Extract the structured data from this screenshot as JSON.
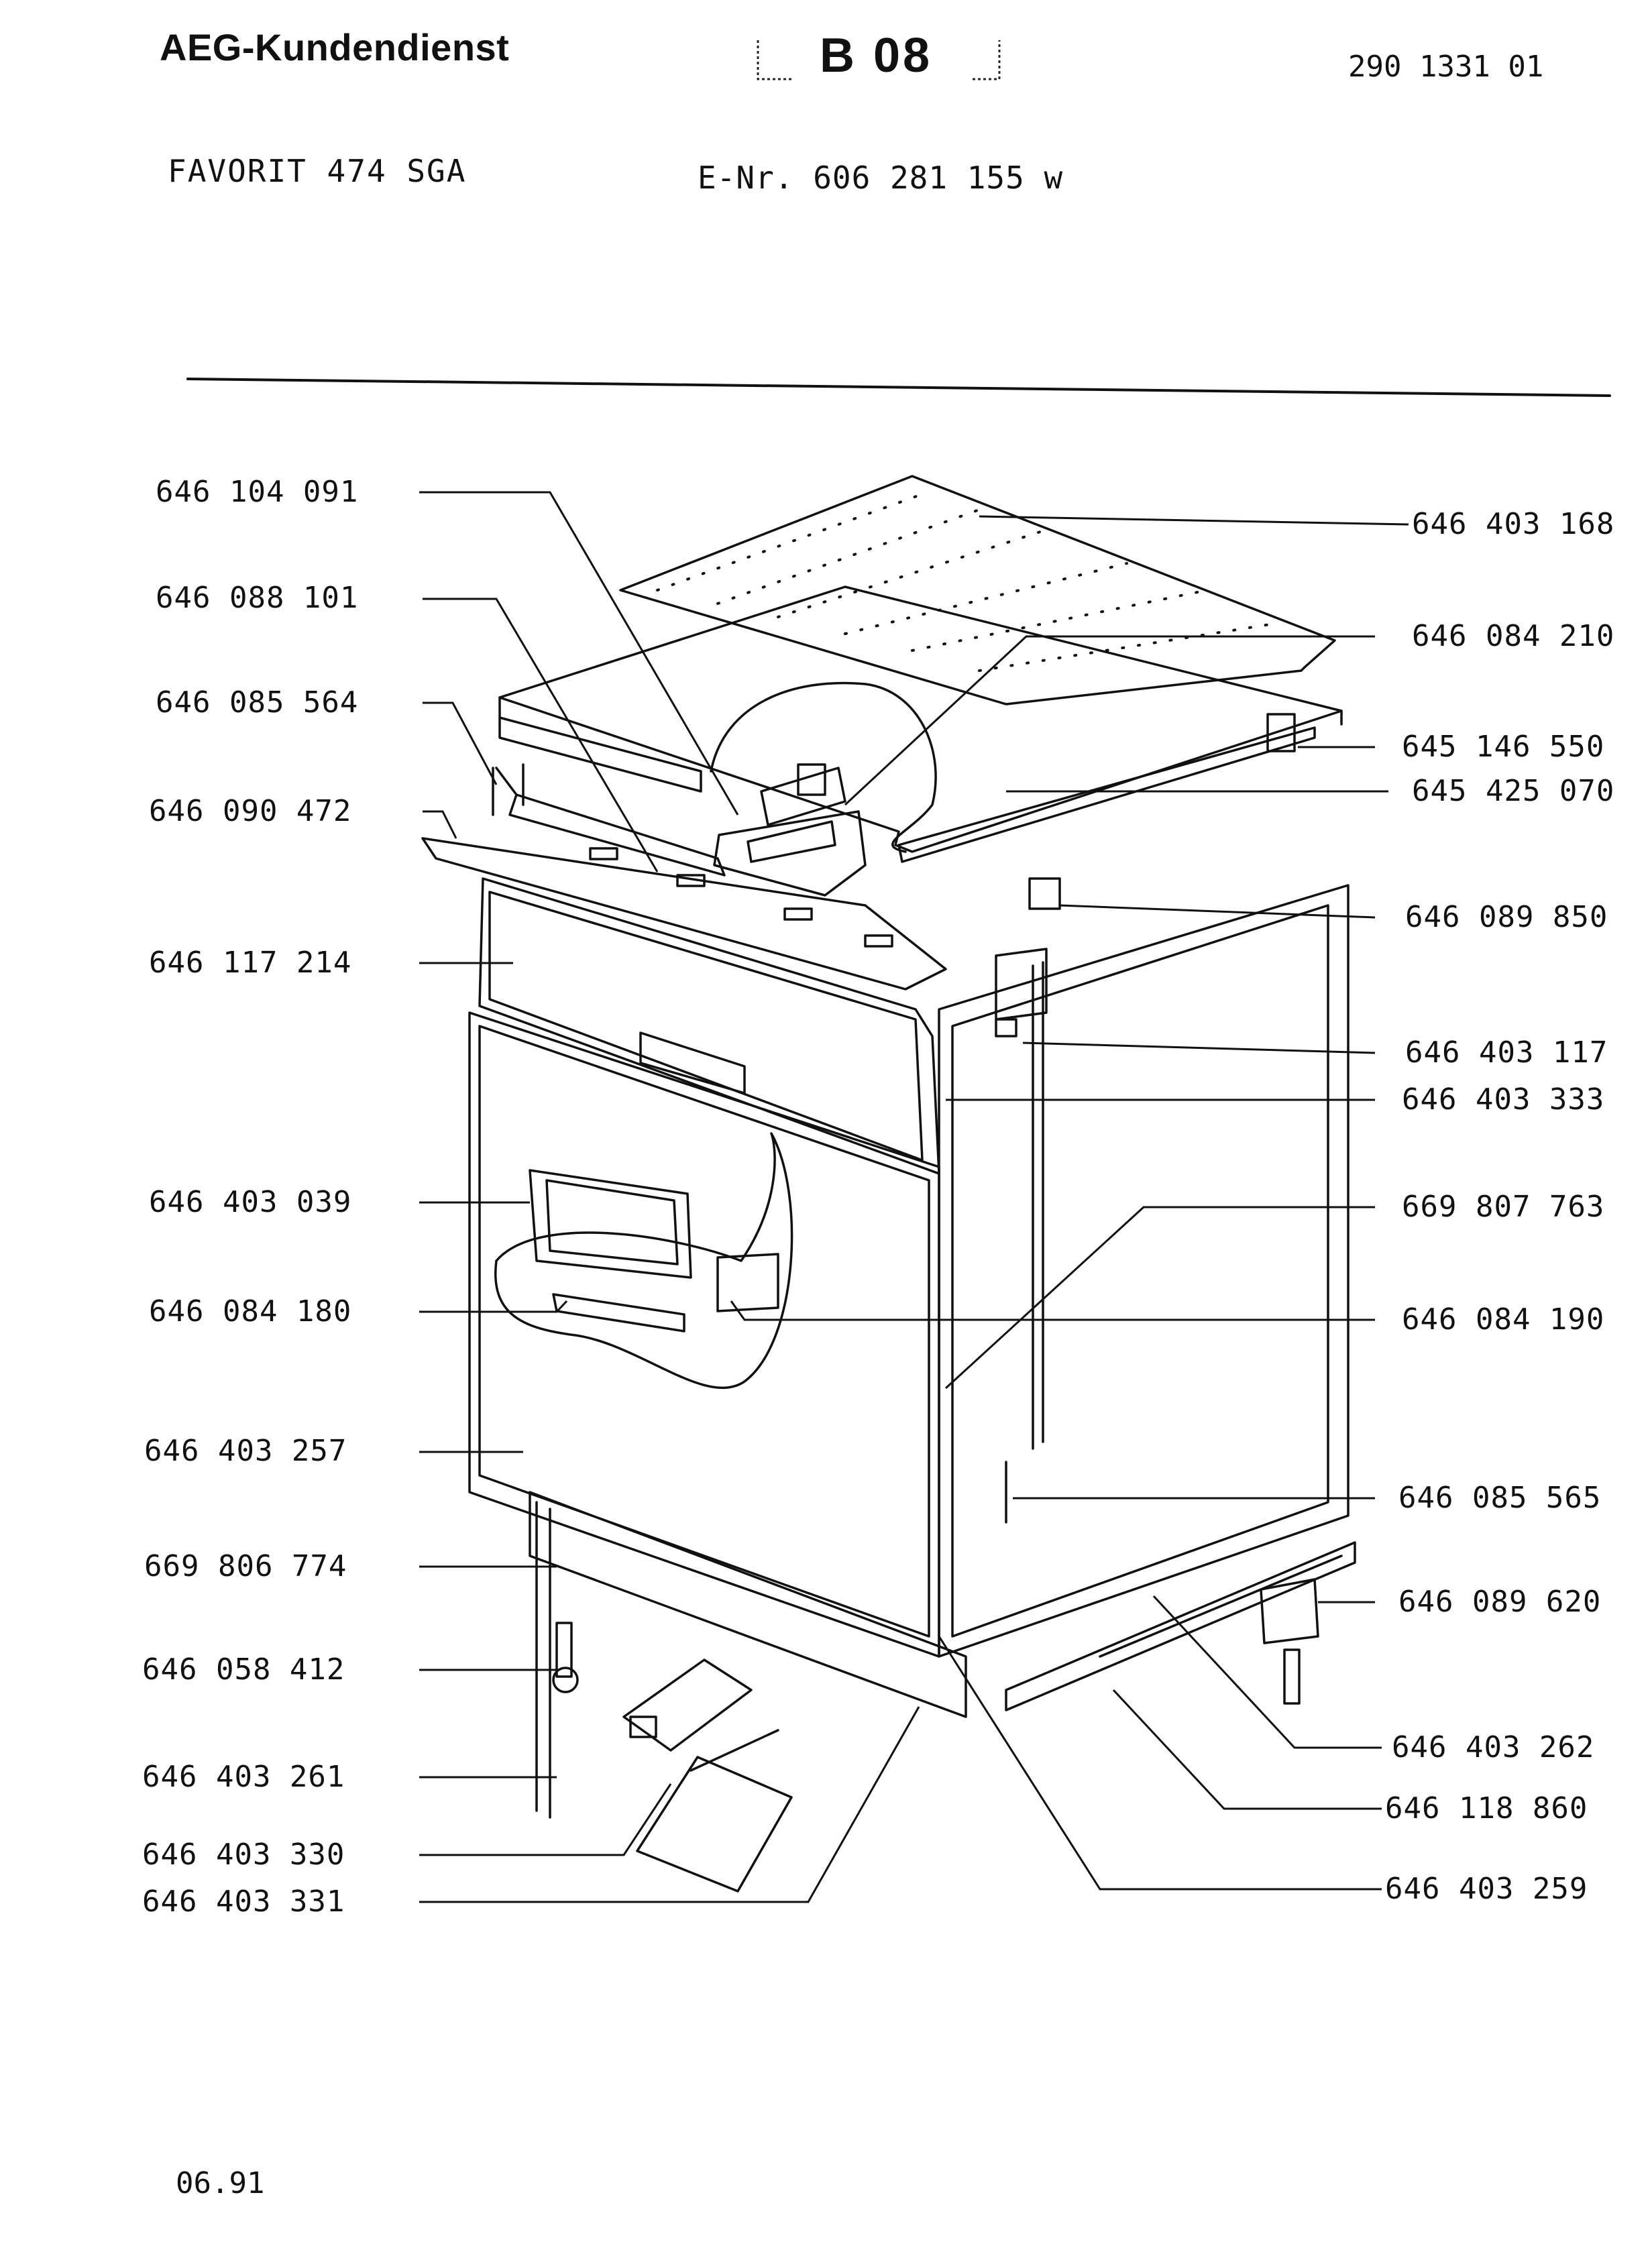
{
  "header": {
    "brand": "AEG-Kundendienst",
    "section": "B 08",
    "doc_number": "290 1331 01",
    "model": "FAVORIT 474 SGA",
    "enr_label": "E-Nr.",
    "enr_value": "606 281 155 w"
  },
  "parts_left": [
    "646 104 091",
    "646 088 101",
    "646 085 564",
    "646 090 472",
    "646 117 214",
    "646 403 039",
    "646 084 180",
    "646 403 257",
    "669 806 774",
    "646 058 412",
    "646 403 261",
    "646 403 330",
    "646 403 331"
  ],
  "parts_right": [
    "646 403 168",
    "646 084 210",
    "645 146 550",
    "645 425 070",
    "646 089 850",
    "646 403 117",
    "646 403 333",
    "669 807 763",
    "646 084 190",
    "646 085 565",
    "646 089 620",
    "646 403 262",
    "646 118 860",
    "646 403 259"
  ],
  "footer": {
    "date": "06.91"
  }
}
